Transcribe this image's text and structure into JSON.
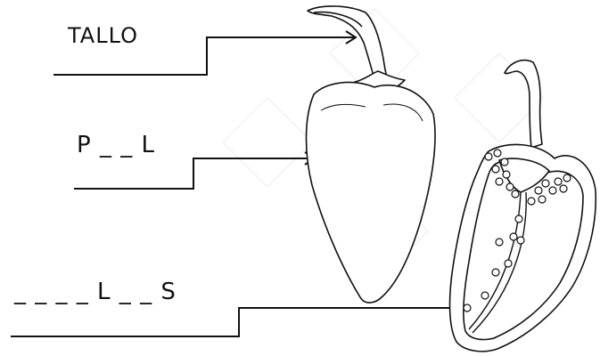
{
  "diagram": {
    "labels": [
      {
        "id": "stem",
        "text": "TALLO"
      },
      {
        "id": "skin",
        "text": "P _ _ L"
      },
      {
        "id": "seeds",
        "text": "_ _ _ _ L _ _ S"
      }
    ]
  },
  "colors": {
    "ink": "#111111",
    "background": "#ffffff",
    "watermark": "#e9e9e9"
  }
}
